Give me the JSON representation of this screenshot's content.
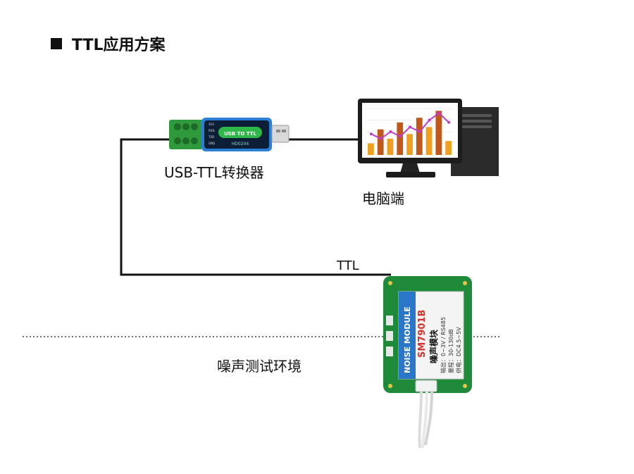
{
  "title": "TTL应用方案",
  "converter": {
    "label": "USB-TTL转换器",
    "body_text": "USB TO TTL",
    "model_text": "HD0204",
    "pins": [
      "3V3",
      "RXD",
      "TXD",
      "GND"
    ]
  },
  "pc": {
    "label": "电脑端"
  },
  "connection": {
    "label": "TTL"
  },
  "environment": {
    "label": "噪声测试环境"
  },
  "module": {
    "name_en": "NOISE MODULE",
    "model": "SM7901B",
    "name_cn": "噪声模块",
    "spec_output": "输出：0~3V / RS485",
    "spec_range": "量程：30-130dB",
    "spec_power": "供电：DC4.5~5V"
  },
  "colors": {
    "pcb_green": "#1f8a3a",
    "module_blue": "#2a77c9",
    "model_red": "#d6322b",
    "converter_blue": "#2d7fd6",
    "bar_orange": "#f0a020",
    "bar_dark": "#c0581c",
    "trend_pink": "#c03cc8"
  },
  "chart_on_monitor": {
    "bars": [
      0.25,
      0.55,
      0.35,
      0.7,
      0.45,
      0.8,
      0.6,
      0.95,
      0.3
    ],
    "trend": [
      0.45,
      0.35,
      0.5,
      0.4,
      0.6,
      0.5,
      0.75,
      0.9,
      0.7
    ]
  }
}
